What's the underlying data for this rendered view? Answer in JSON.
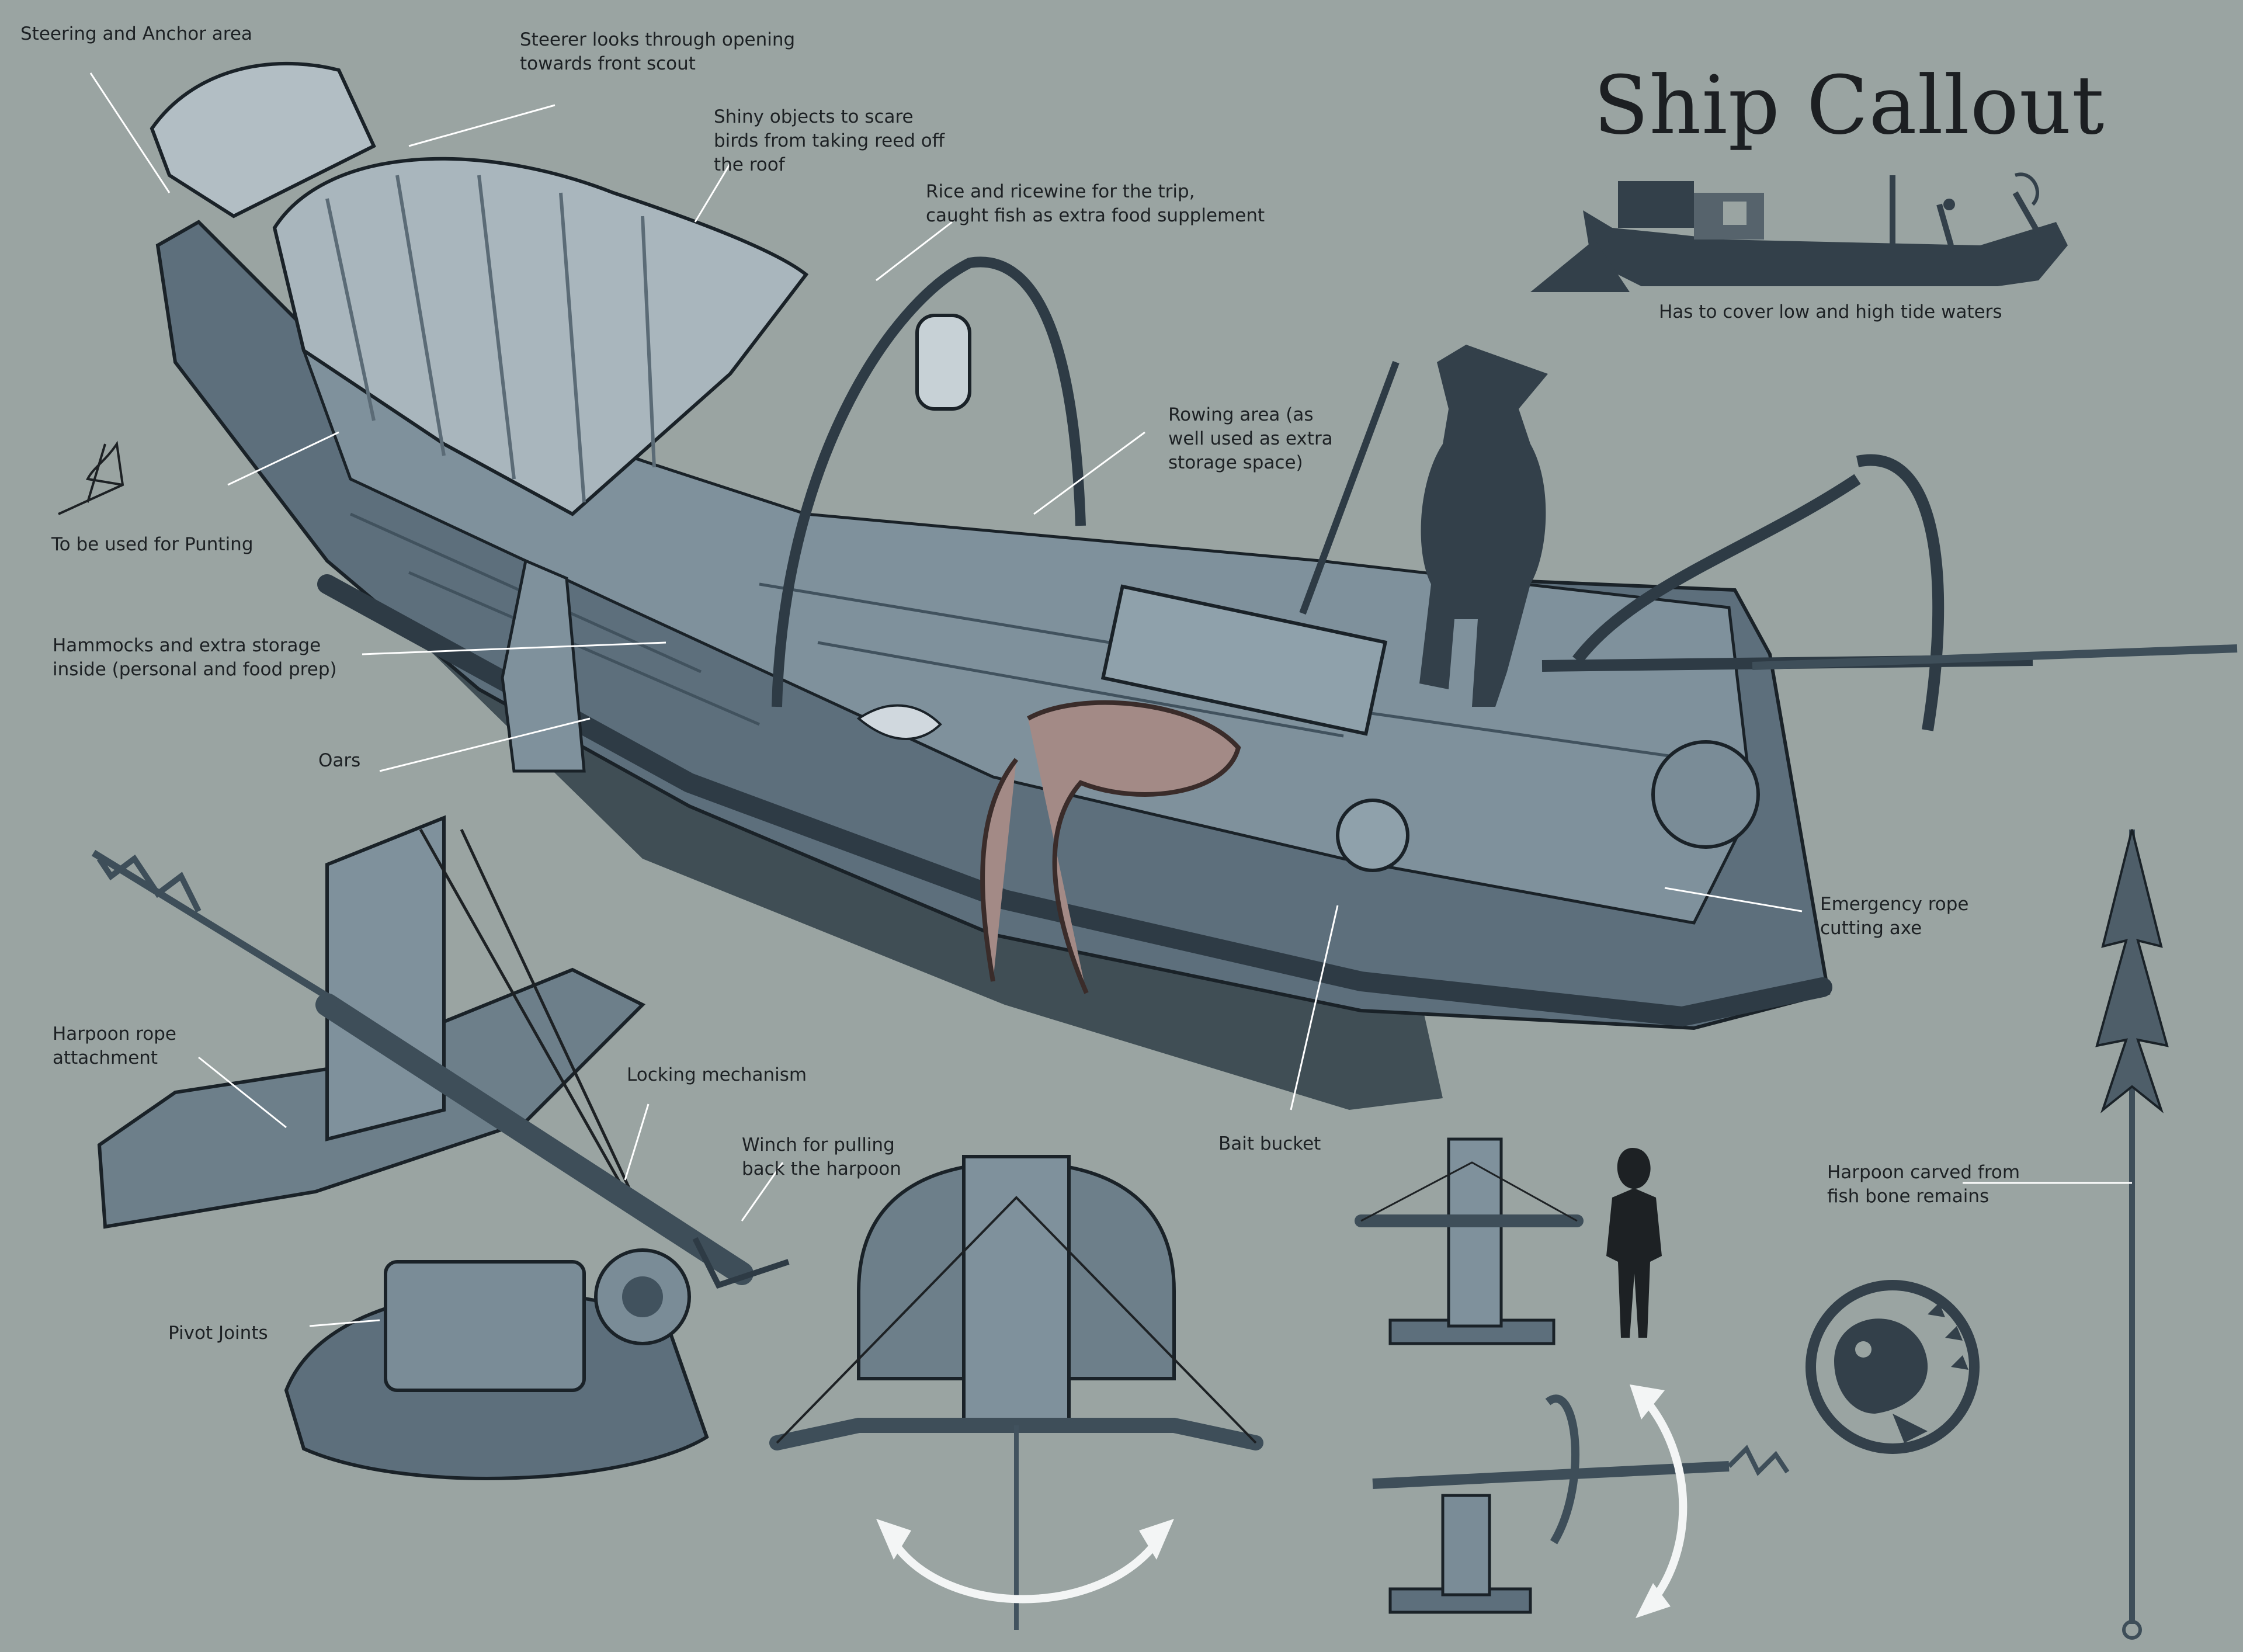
{
  "title": "Ship Callout",
  "colors": {
    "background": "#9aa4a2",
    "wood": "#5d6f7c",
    "wood_light": "#8c9ea9",
    "wood_dark": "#2e3b45",
    "silhouette": "#33404a",
    "shadow": "#304048",
    "ink": "#1d2124",
    "callout_line": "#ffffff",
    "octopus": "#a38a86"
  },
  "callouts": {
    "steering_anchor": "Steering and Anchor area",
    "steerer": [
      "Steerer looks through opening",
      "towards front scout"
    ],
    "shiny_objects": [
      "Shiny objects to scare",
      "birds from taking reed off",
      "the roof"
    ],
    "rice": [
      "Rice and ricewine for the trip,",
      "caught fish as extra food supplement"
    ],
    "rowing": [
      "Rowing area (as",
      "well used as extra",
      "storage space)"
    ],
    "punting": "To be used for Punting",
    "hammocks": [
      "Hammocks and extra storage",
      "inside (personal and food prep)"
    ],
    "oars": "Oars",
    "tide": "Has to cover low and high tide waters",
    "emergency_axe": [
      "Emergency rope",
      "cutting axe"
    ],
    "bait_bucket": "Bait bucket",
    "harpoon_rope": [
      "Harpoon rope",
      "attachment"
    ],
    "locking": "Locking mechanism",
    "winch": [
      "Winch for pulling",
      "back the harpoon"
    ],
    "pivot": "Pivot Joints",
    "harpoon_bone": [
      "Harpoon carved from",
      "fish bone remains"
    ]
  },
  "icons": [
    "ship-side-silhouette",
    "ship-perspective-drawing",
    "figure-silhouette",
    "ballista-closeup-drawing",
    "ballista-front-view",
    "ballista-side-view",
    "rotation-arrow-icon",
    "fish-emblem-icon",
    "harpoon-drawing",
    "punting-pole-sketch"
  ]
}
